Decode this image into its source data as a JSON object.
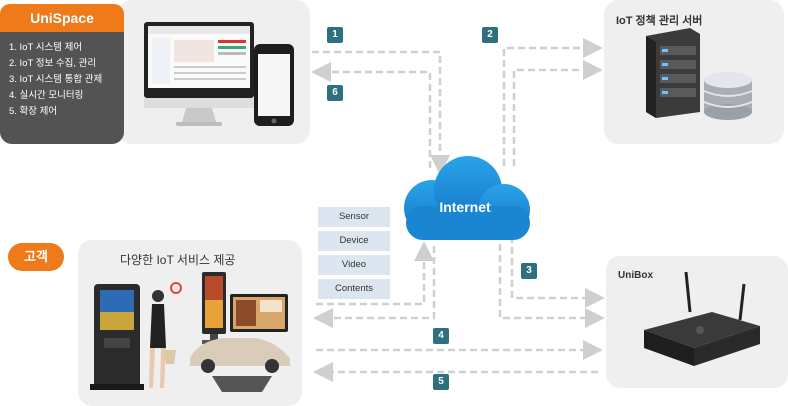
{
  "unispace": {
    "title": "UniSpace",
    "items": [
      "1. IoT 시스템 제어",
      "2. IoT 정보 수집, 관리",
      "3. IoT 시스템 통합 관제",
      "4. 실시간 모니터링",
      "5. 확장 제어"
    ]
  },
  "server": {
    "label": "IoT 정책 관리 서버"
  },
  "customer": {
    "badge": "고객",
    "label": "다양한 IoT 서비스 제공"
  },
  "unibox": {
    "label": "UniBox"
  },
  "cloud": {
    "label": "Internet"
  },
  "data_types": [
    "Sensor",
    "Device",
    "Video",
    "Contents"
  ],
  "steps": [
    "1",
    "2",
    "3",
    "4",
    "5",
    "6"
  ],
  "colors": {
    "accent": "#ef7a1a",
    "step": "#2e6f80",
    "cloud": "#1a8fd8",
    "chip": "#dce6f1",
    "arrow": "#cfcfcf"
  }
}
